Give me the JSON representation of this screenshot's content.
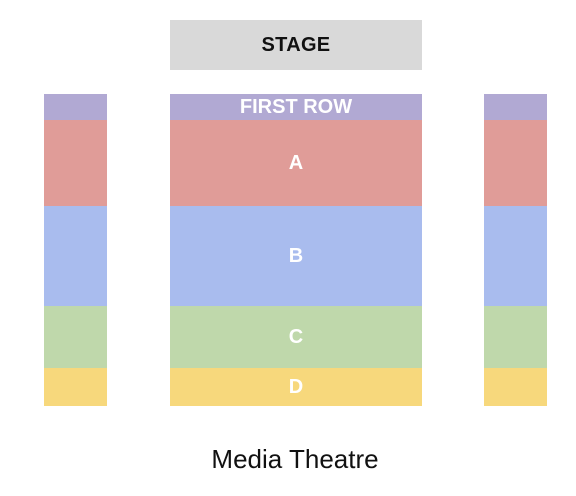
{
  "stage": {
    "label": "STAGE",
    "color": "#d9d9d9"
  },
  "sections": {
    "first_row": {
      "label": "FIRST ROW",
      "color": "#b1a9d3"
    },
    "a": {
      "label": "A",
      "color": "#e09c98"
    },
    "b": {
      "label": "B",
      "color": "#a9bcee"
    },
    "c": {
      "label": "C",
      "color": "#bfd8ab"
    },
    "d": {
      "label": "D",
      "color": "#f7d87c"
    }
  },
  "venue": {
    "name": "Media Theatre"
  }
}
